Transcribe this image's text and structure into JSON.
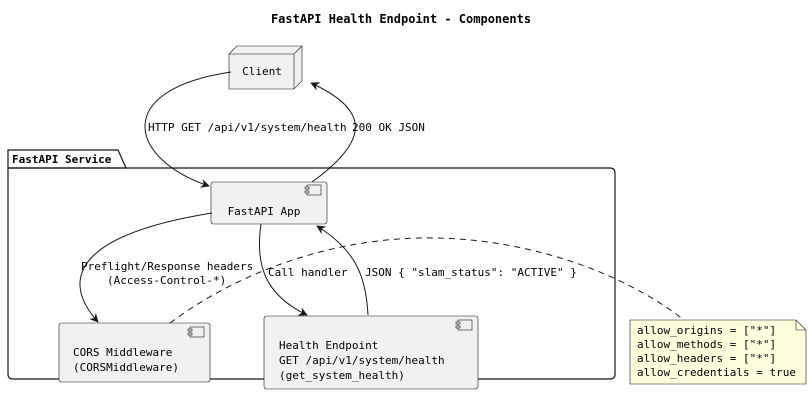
{
  "title": "FastAPI Health Endpoint - Components",
  "package": {
    "label": "FastAPI Service"
  },
  "nodes": {
    "client": {
      "label": "Client"
    },
    "app": {
      "label": "FastAPI App"
    },
    "cors": {
      "line1": "CORS Middleware",
      "line2": "(CORSMiddleware)"
    },
    "health": {
      "line1": "Health Endpoint",
      "line2": "GET /api/v1/system/health",
      "line3": "(get_system_health)"
    }
  },
  "edges": {
    "client_to_app": "HTTP GET /api/v1/system/health",
    "app_to_client": "200 OK JSON",
    "app_to_cors_line1": "Preflight/Response headers",
    "app_to_cors_line2": "(Access-Control-*)",
    "app_to_health": "Call handler",
    "health_to_app": "JSON { \"slam_status\": \"ACTIVE\" }"
  },
  "note": {
    "lines": [
      "allow_origins = [\"*\"]",
      "allow_methods = [\"*\"]",
      "allow_headers = [\"*\"]",
      "allow_credentials = true"
    ]
  }
}
